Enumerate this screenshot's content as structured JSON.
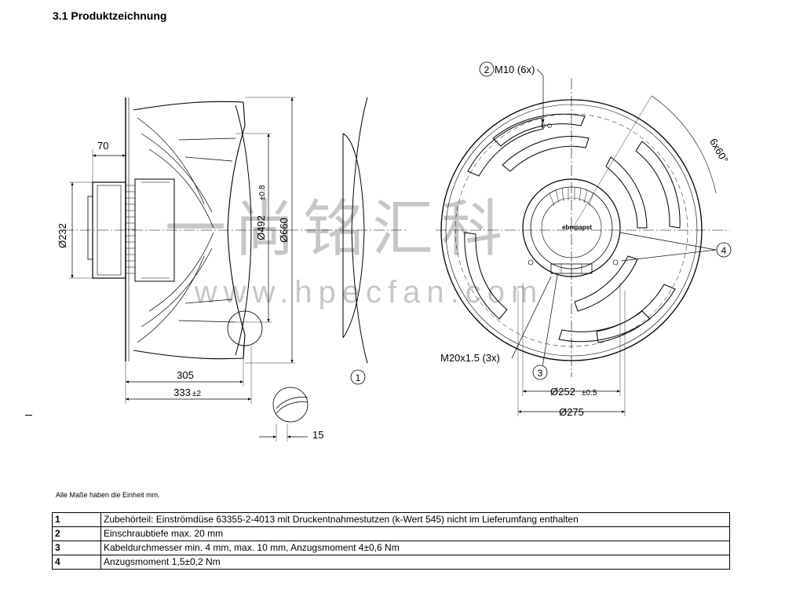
{
  "section_title": "3.1 Produktzeichnung",
  "dimensions": {
    "d70": "70",
    "d232": "Ø232",
    "d492": "Ø492",
    "d492_tol": "±0.8",
    "d660": "Ø660",
    "d305": "305",
    "d333": "333",
    "d333_tol": "±2",
    "d15": "15",
    "m10": "M10 (6x)",
    "angle": "6x60°",
    "m20": "M20x1.5 (3x)",
    "d252": "Ø252",
    "d252_tol": "±0.5",
    "d275": "Ø275"
  },
  "callouts": [
    "1",
    "2",
    "3",
    "4"
  ],
  "brand_mark": "ebmpapst",
  "watermark": {
    "cn": "一尚铭汇科",
    "url": "www.hpecfan.com"
  },
  "units_note": "Alle Maße haben die Einheit mm.",
  "legend_rows": [
    {
      "num": "1",
      "text": "Zubehörteil: Einströmdüse 63355-2-4013 mit Druckentnahmestutzen (k-Wert 545) nicht im Lieferumfang enthalten"
    },
    {
      "num": "2",
      "text": "Einschraubtiefe max. 20 mm"
    },
    {
      "num": "3",
      "text": "Kabeldurchmesser min. 4 mm, max. 10 mm, Anzugsmoment 4±0,6 Nm"
    },
    {
      "num": "4",
      "text": "Anzugsmoment 1,5±0,2 Nm"
    }
  ]
}
